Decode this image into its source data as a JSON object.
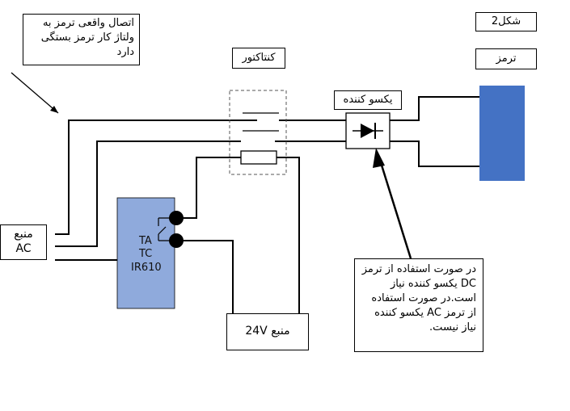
{
  "figure_label": "شکل2",
  "brake_label": "ترمز",
  "contactor_label": "کنتاکتور",
  "rectifier_label": "یکسو کننده",
  "note_top": "اتصال واقعی ترمز به ولتاژ کار ترمز بستگی دارد",
  "note_bottom": "در صورت استفاده از ترمز DC یکسو کننده نیاز است.در صورت استفاده از ترمز AC یکسو کننده نیاز نیست.",
  "ac_source_line1": "منبع",
  "ac_source_line2": "AC",
  "relay_ta": "TA",
  "relay_tc": "TC",
  "relay_model": "IR610",
  "dc_source_label": "منبع 24V",
  "colors": {
    "relay_fill": "#8faadc",
    "brake_fill": "#4472c4"
  }
}
